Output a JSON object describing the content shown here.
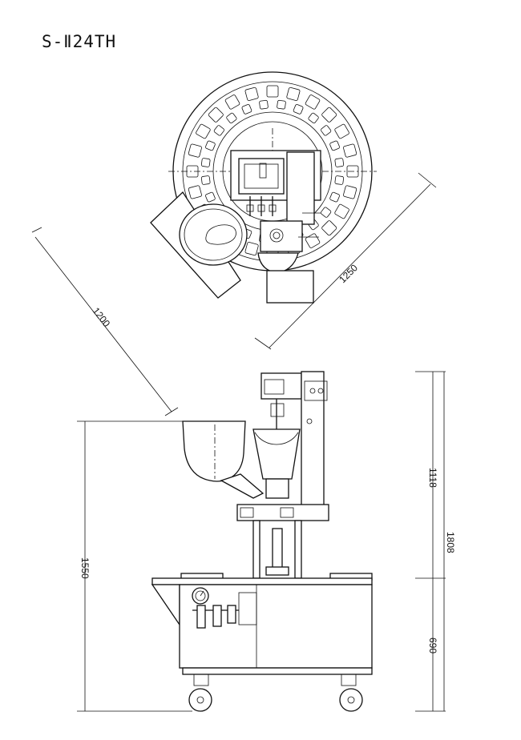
{
  "title": "S-Ⅱ24TH",
  "dimensions": {
    "top_diagonal_long": "1250",
    "top_diagonal_short": "1200",
    "total_height": "1808",
    "upper_height": "1118",
    "lower_height": "690",
    "left_height": "1550"
  }
}
